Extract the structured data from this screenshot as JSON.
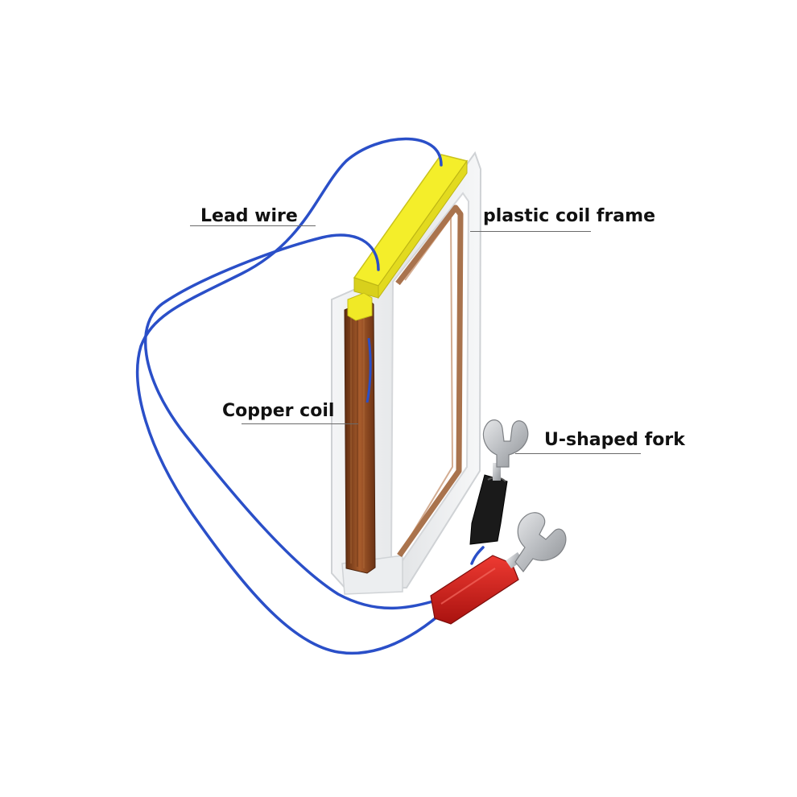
{
  "labels": {
    "lead_wire": "Lead wire",
    "plastic_coil_frame": "plastic coil frame",
    "copper_coil": "Copper coil",
    "u_shaped_fork": "U-shaped fork"
  },
  "colors": {
    "background": "#ffffff",
    "wire": "#2a4fc8",
    "frame_yellow": "#f4ee2a",
    "copper": "#8a4a22",
    "plug_red": "#d91f1f",
    "plug_black": "#1a1a1a",
    "fork_metal": "#c4c6c9",
    "label_text": "#111111"
  }
}
